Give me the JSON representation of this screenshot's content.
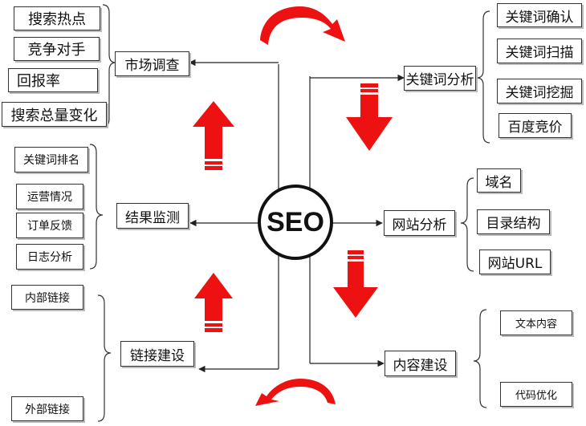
{
  "center": {
    "label": "SEO"
  },
  "branches": {
    "market_research": {
      "label": "市场调查",
      "items": [
        "搜索热点",
        "竞争对手",
        "回报率",
        "搜索总量变化"
      ]
    },
    "keyword_analysis": {
      "label": "关键词分析",
      "items": [
        "关键词确认",
        "关键词扫描",
        "关键词挖掘",
        "百度竞价"
      ]
    },
    "result_monitoring": {
      "label": "结果监测",
      "items": [
        "关键词排名",
        "运营情况",
        "订单反馈",
        "日志分析"
      ]
    },
    "site_analysis": {
      "label": "网站分析",
      "items": [
        "域名",
        "目录结构",
        "网站URL"
      ]
    },
    "link_building": {
      "label": "链接建设",
      "items": [
        "内部链接",
        "外部链接"
      ]
    },
    "content_building": {
      "label": "内容建设",
      "items": [
        "文本内容",
        "代码优化"
      ]
    }
  },
  "colors": {
    "arrow": "#ee1111",
    "line": "#222222",
    "box_border": "#333333",
    "shadow": "#bbbbbb"
  }
}
